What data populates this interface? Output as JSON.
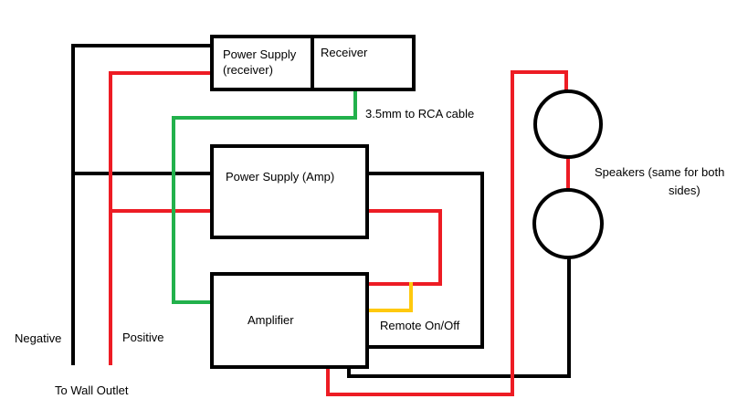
{
  "labels": {
    "ps_receiver_line1": "Power Supply",
    "ps_receiver_line2": "(receiver)",
    "receiver": "Receiver",
    "cable": "3.5mm to RCA cable",
    "ps_amp": "Power Supply (Amp)",
    "amplifier": "Amplifier",
    "remote": "Remote On/Off",
    "speakers_line1": "Speakers  (same for both",
    "speakers_line2": "sides)",
    "negative": "Negative",
    "positive": "Positive",
    "wall_outlet": "To Wall Outlet"
  },
  "colors": {
    "negative_wire": "#000000",
    "positive_wire": "#ed1c24",
    "signal_wire": "#22b14c",
    "remote_wire": "#ffc90e"
  }
}
